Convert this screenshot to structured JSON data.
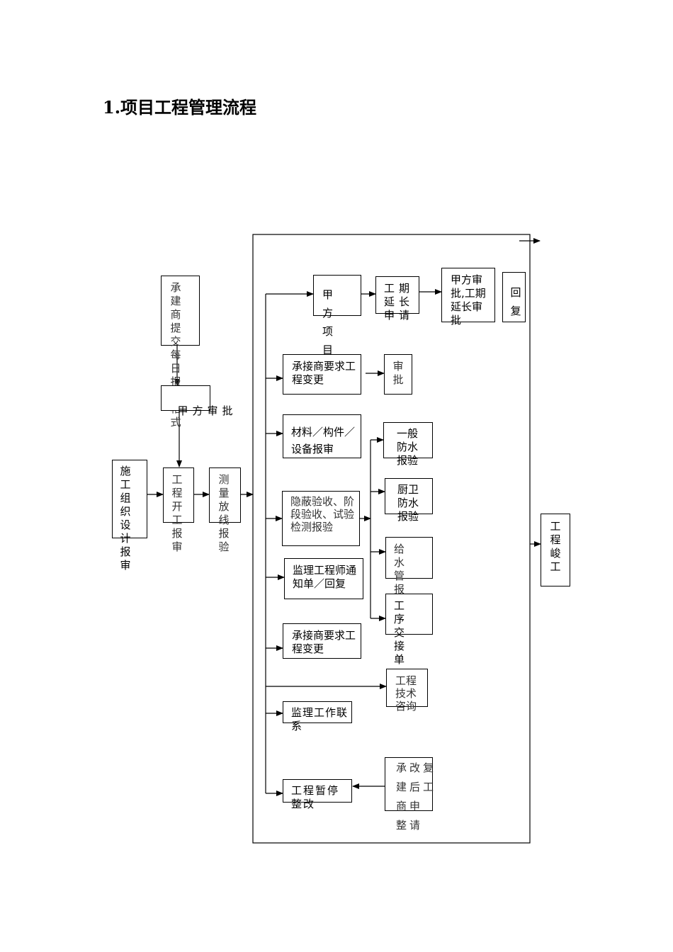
{
  "title": "1.项目工程管理流程",
  "nodes": {
    "construction_org_design": "施工组织设计报审",
    "daily_report": "承建商提交每日报表格式",
    "owner_approve": "甲方审批",
    "start_report": "工程开工报审",
    "survey_report": "测量放线报验",
    "owner_instruction": "甲方项目指令",
    "period_extension": "工期延长申请",
    "owner_period_approval": "甲方审批,工期延长审批",
    "reply": "回复",
    "change_request_1": "承接商要求工程变更",
    "approval": "审批",
    "material_report": "材料／构件／设备报审",
    "general_waterproof": "一般防水报验",
    "kitchen_waterproof": "厨卫防水报验",
    "hidden_inspection": "隐蔽验收、阶段验收、试验检测报验",
    "water_pipe": "给水管报验",
    "supervisor_notice": "监理工程师通知单／回复",
    "process_handover": "工序交接单",
    "change_request_2": "承接商要求工程变更",
    "tech_consult": "工程技术咨询",
    "supervision_contact": "监理工作联系",
    "suspension": "工程暂停整改",
    "contractor_rectify": "承建商整改后申请复工",
    "completion": "工程峻工"
  }
}
